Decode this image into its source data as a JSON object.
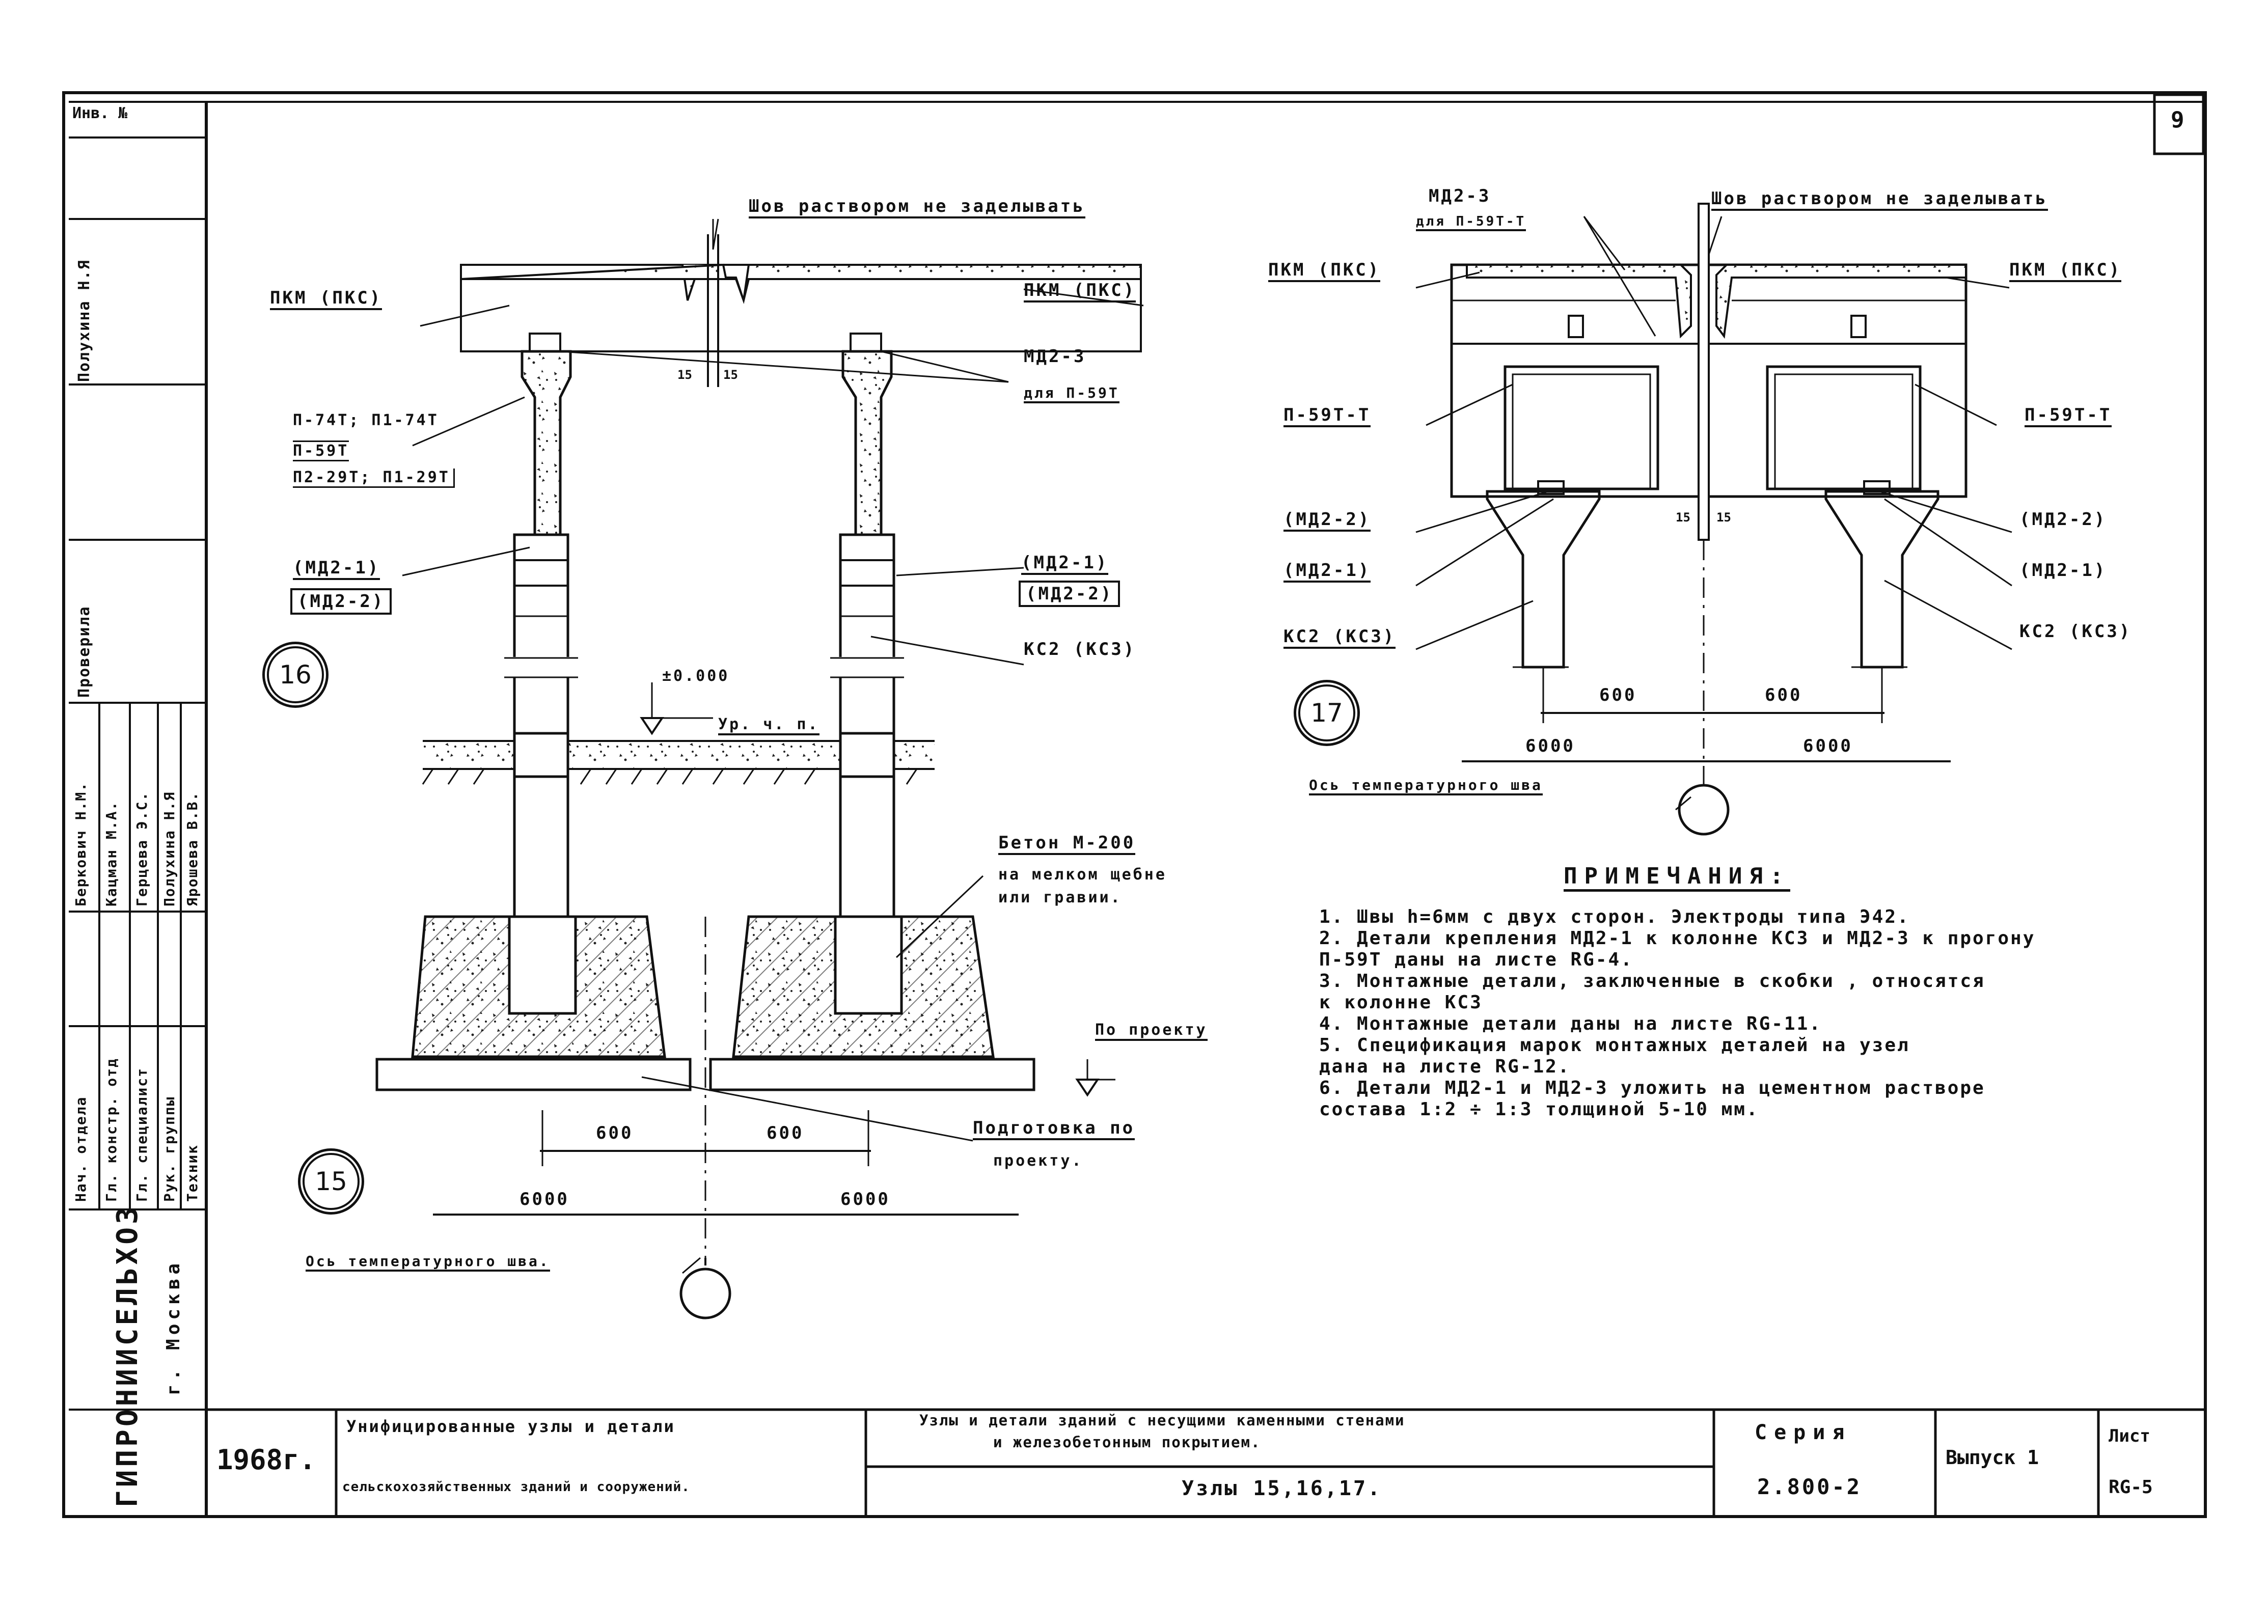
{
  "sheet": {
    "number": "9",
    "inv_label": "Инв. № "
  },
  "left_strip": {
    "org": "ГИПРОНИИСЕЛЬХОЗ",
    "city": "г. Москва",
    "roles": [
      "Нач. отдела",
      "Гл. констр. отд",
      "Гл. специалист",
      "Рук. группы",
      "Техник"
    ],
    "names": [
      "Беркович Н.М.",
      "Кацман М.А.",
      "Герцева Э.С.",
      "Полухина Н.Я",
      "Ярошева В.В."
    ],
    "checked": "Проверила",
    "checker": "Полухина Н.Я"
  },
  "node16": {
    "id": "16",
    "seam_title": "Шов раствором не заделывать",
    "pkm_left": "ПКМ (ПКС)",
    "pkm_right": "ПКМ (ПКС)",
    "md23": "МД2-3",
    "md23_sub": "для П-59Т",
    "beam1": "П-74Т; П1-74Т",
    "beam2": "П-59Т",
    "beam3": "П2-29Т; П1-29Т",
    "gap_l": "15",
    "gap_r": "15",
    "md21_l": "(МД2-1)",
    "md22_l": "(МД2-2)",
    "md21_r": "(МД2-1)",
    "md22_r": "(МД2-2)",
    "kg": "КС2 (КС3)",
    "level": "±0.000",
    "floor": "Ур. ч. п.",
    "concrete1": "Бетон  М-200",
    "concrete2": "на мелком щебне",
    "concrete3": "или гравии.",
    "proj": "По проекту"
  },
  "node15": {
    "id": "15",
    "prep1": "Подготовка  по",
    "prep2": "проекту.",
    "d600l": "600",
    "d600r": "600",
    "d6000l": "6000",
    "d6000r": "6000",
    "axis": "Ось температурного шва."
  },
  "node17": {
    "id": "17",
    "md23": "МД2-3",
    "md23_sub": "для П-59Т-Т",
    "seam_title": "Шов раствором не заделывать",
    "pkm_left": "ПКМ (ПКС)",
    "pkm_right": "ПКМ (ПКС)",
    "beam_left": "П-59Т-Т",
    "beam_right": "П-59Т-Т",
    "gap_l": "15",
    "gap_r": "15",
    "md22_l": "(МД2-2)",
    "md21_l": "(МД2-1)",
    "kg_l": "КС2 (КС3)",
    "md22_r": "(МД2-2)",
    "md21_r": "(МД2-1)",
    "kg_r": "КС2 (КС3)",
    "d600l": "600",
    "d600r": "600",
    "d6000l": "6000",
    "d6000r": "6000",
    "axis": "Ось температурного шва"
  },
  "notes": {
    "title": "ПРИМЕЧАНИЯ:",
    "items": [
      "1.  Швы h=6мм с двух сторон.  Электроды  типа  Э42.",
      "2.  Детали крепления  МД2-1  к колонне  КС3  и  МД2-3  к прогону",
      "     П-59Т даны на листе  RG-4.",
      "3.  Монтажные детали, заключенные в скобки , относятся",
      "     к  колонне   КС3",
      "4.  Монтажные детали даны на листе  RG-11.",
      "5.  Спецификация марок монтажных деталей на узел",
      "     дана  на листе   RG-12.",
      "6.  Детали МД2-1 и МД2-3 уложить на цементном растворе",
      "     состава  1:2 ÷ 1:3  толщиной  5-10 мм."
    ]
  },
  "title_block": {
    "year": "1968г.",
    "desc1": "Унифицированные узлы и детали",
    "desc2": "сельскохозяйственных зданий и сооружений.",
    "desc3": "Узлы и детали зданий с несущими каменными стенами",
    "desc4": "и железобетонным покрытием.",
    "nodes": "Узлы 15,16,17.",
    "series_label": "Серия",
    "series": "2.800-2",
    "issue": "Выпуск 1",
    "sheet_label": "Лист",
    "sheet": "RG-5"
  }
}
